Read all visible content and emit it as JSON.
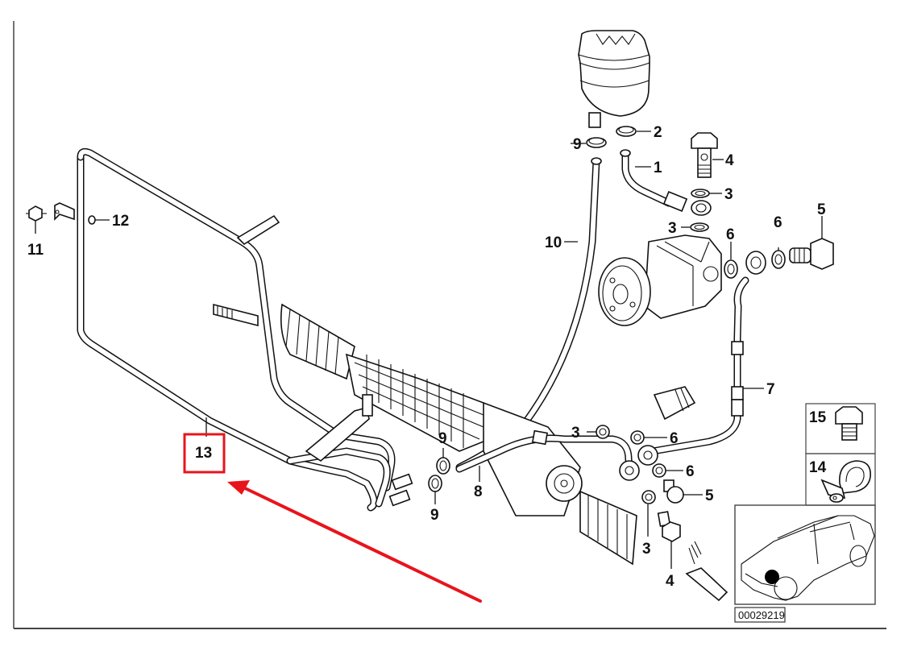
{
  "diagram": {
    "title": "Power steering hydraulic lines parts diagram",
    "reference_number": "00029219",
    "callouts": [
      {
        "id": "c1",
        "label": "1",
        "part": "suction hose"
      },
      {
        "id": "c2",
        "label": "2",
        "part": "hose clamp"
      },
      {
        "id": "c3a",
        "label": "3",
        "part": "seal ring"
      },
      {
        "id": "c3b",
        "label": "3",
        "part": "seal ring"
      },
      {
        "id": "c3c",
        "label": "3",
        "part": "seal ring"
      },
      {
        "id": "c3d",
        "label": "3",
        "part": "seal ring"
      },
      {
        "id": "c4a",
        "label": "4",
        "part": "banjo bolt"
      },
      {
        "id": "c4b",
        "label": "4",
        "part": "banjo bolt"
      },
      {
        "id": "c5a",
        "label": "5",
        "part": "banjo bolt"
      },
      {
        "id": "c5b",
        "label": "5",
        "part": "banjo bolt"
      },
      {
        "id": "c6a",
        "label": "6",
        "part": "seal ring"
      },
      {
        "id": "c6b",
        "label": "6",
        "part": "seal ring"
      },
      {
        "id": "c6c",
        "label": "6",
        "part": "seal ring"
      },
      {
        "id": "c6d",
        "label": "6",
        "part": "seal ring"
      },
      {
        "id": "c7",
        "label": "7",
        "part": "pressure hose"
      },
      {
        "id": "c8",
        "label": "8",
        "part": "return hose"
      },
      {
        "id": "c9a",
        "label": "9",
        "part": "hose clamp"
      },
      {
        "id": "c9b",
        "label": "9",
        "part": "hose clamp"
      },
      {
        "id": "c9c",
        "label": "9",
        "part": "hose clamp"
      },
      {
        "id": "c10",
        "label": "10",
        "part": "return hose"
      },
      {
        "id": "c11",
        "label": "11",
        "part": "rubber mount"
      },
      {
        "id": "c12",
        "label": "12",
        "part": "nut"
      },
      {
        "id": "c13",
        "label": "13",
        "part": "cooling coil"
      },
      {
        "id": "c14",
        "label": "14",
        "part": "hose clip"
      },
      {
        "id": "c15",
        "label": "15",
        "part": "hex bolt"
      }
    ],
    "highlight": {
      "target_label": "13",
      "color": "#e8141c"
    }
  }
}
